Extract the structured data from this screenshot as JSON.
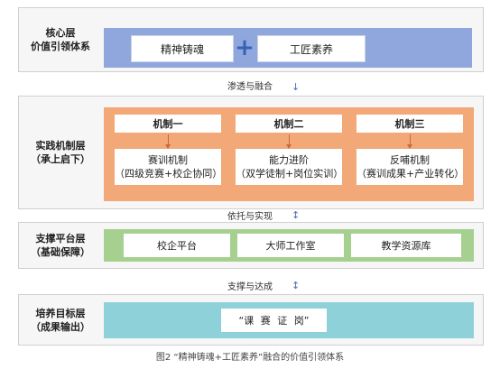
{
  "layers": {
    "core": {
      "label_line1": "核心层",
      "label_line2": "价值引领体系",
      "left": "精神铸魂",
      "plus": "+",
      "right": "工匠素养"
    },
    "mechanism": {
      "label_line1": "实践机制层",
      "label_line2": "（承上启下）",
      "columns": [
        {
          "head": "机制一",
          "title": "赛训机制",
          "detail": "（四级竞赛+校企协同）"
        },
        {
          "head": "机制二",
          "title": "能力进阶",
          "detail": "（双学徒制+岗位实训）"
        },
        {
          "head": "机制三",
          "title": "反哺机制",
          "detail": "（赛训成果+产业转化）"
        }
      ]
    },
    "platform": {
      "label_line1": "支撑平台层",
      "label_line2": "（基础保障）",
      "items": [
        "校企平台",
        "大师工作室",
        "教学资源库"
      ]
    },
    "goal": {
      "label_line1": "培养目标层",
      "label_line2": "（成果输出）",
      "text": "“课 赛 证 岗”"
    }
  },
  "connectors": [
    {
      "label": "渗透与融合",
      "arrow": "↓"
    },
    {
      "label": "依托与实现",
      "arrow": "↕"
    },
    {
      "label": "支撑与达成",
      "arrow": "↕"
    }
  ],
  "caption": "图2 “精神铸魂+工匠素养”融合的价值引领体系",
  "colors": {
    "core": "#8fa7dc",
    "mechanism": "#f2a877",
    "platform": "#a6d08f",
    "goal": "#8fd1d8",
    "plus": "#3463b3"
  }
}
